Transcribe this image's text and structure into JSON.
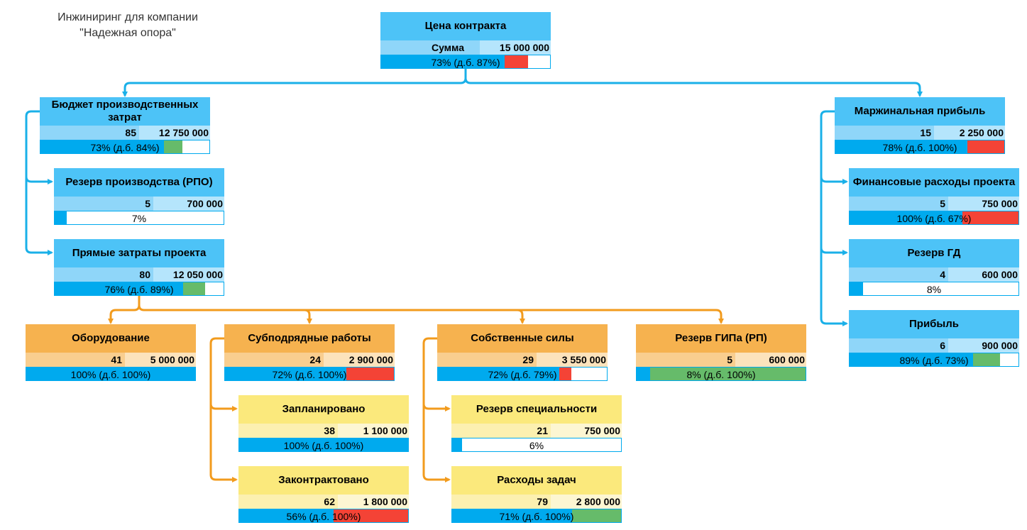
{
  "title": {
    "line1": "Инжиниринг для компании",
    "line2": "\"Надежная опора\""
  },
  "colors": {
    "blue_title": "#4dc3f7",
    "orange_title": "#f6b24f",
    "yellow_title": "#fbe97c",
    "progress": "#00aaee",
    "over": "#f44336",
    "under": "#66bb6a",
    "blue_line": "#1ab0e8",
    "orange_line": "#f29b1d"
  },
  "nodes": {
    "contract": {
      "title": "Цена контракта",
      "label": "Сумма",
      "amount": "15 000 000",
      "progress": "73% (д.б. 87%)",
      "actual": 0.73,
      "expected": 0.87,
      "status": "over"
    },
    "prod_budget": {
      "title": "Бюджет производственных затрат",
      "share": "85",
      "amount": "12 750 000",
      "progress": "73% (д.б. 84%)",
      "actual": 0.73,
      "expected": 0.84,
      "status": "under"
    },
    "prod_reserve": {
      "title": "Резерв производства (РПО)",
      "share": "5",
      "amount": "700 000",
      "progress": "7%",
      "actual": 0.07
    },
    "direct_costs": {
      "title": "Прямые затраты проекта",
      "share": "80",
      "amount": "12 050 000",
      "progress": "76% (д.б. 89%)",
      "actual": 0.76,
      "expected": 0.89,
      "status": "under"
    },
    "equipment": {
      "title": "Оборудование",
      "share": "41",
      "amount": "5 000 000",
      "progress": "100% (д.б. 100%)",
      "actual": 1.0,
      "expected": 1.0
    },
    "subcontract": {
      "title": "Субподрядные работы",
      "share": "24",
      "amount": "2 900 000",
      "progress": "72% (д.б. 100%)",
      "actual": 0.72,
      "expected": 1.0,
      "status": "over"
    },
    "own_forces": {
      "title": "Собственные силы",
      "share": "29",
      "amount": "3 550 000",
      "progress": "72% (д.б. 79%)",
      "actual": 0.72,
      "expected": 0.79,
      "status": "over"
    },
    "gip_reserve": {
      "title": "Резерв ГИПа (РП)",
      "share": "5",
      "amount": "600 000",
      "progress": "8% (д.б. 100%)",
      "actual": 0.08,
      "expected": 1.0,
      "status": "under"
    },
    "planned": {
      "title": "Запланировано",
      "share": "38",
      "amount": "1 100 000",
      "progress": "100% (д.б. 100%)",
      "actual": 1.0,
      "expected": 1.0
    },
    "contracted": {
      "title": "Законтрактовано",
      "share": "62",
      "amount": "1 800 000",
      "progress": "56% (д.б. 100%)",
      "actual": 0.56,
      "expected": 1.0,
      "status": "over"
    },
    "spec_reserve": {
      "title": "Резерв специальности",
      "share": "21",
      "amount": "750 000",
      "progress": "6%",
      "actual": 0.06
    },
    "task_costs": {
      "title": "Расходы задач",
      "share": "79",
      "amount": "2 800 000",
      "progress": "71% (д.б. 100%)",
      "actual": 0.71,
      "expected": 1.0,
      "status": "under"
    },
    "margin": {
      "title": "Маржинальная прибыль",
      "share": "15",
      "amount": "2 250 000",
      "progress": "78% (д.б. 100%)",
      "actual": 0.78,
      "expected": 1.0,
      "status": "over"
    },
    "fin_costs": {
      "title": "Финансовые расходы проекта",
      "share": "5",
      "amount": "750 000",
      "progress": "100% (д.б. 67%)",
      "actual": 1.0,
      "expected": 0.67,
      "status": "over"
    },
    "gd_reserve": {
      "title": "Резерв ГД",
      "share": "4",
      "amount": "600 000",
      "progress": "8%",
      "actual": 0.08
    },
    "profit": {
      "title": "Прибыль",
      "share": "6",
      "amount": "900 000",
      "progress": "89% (д.б. 73%)",
      "actual": 0.89,
      "expected": 0.73,
      "status": "under"
    }
  }
}
